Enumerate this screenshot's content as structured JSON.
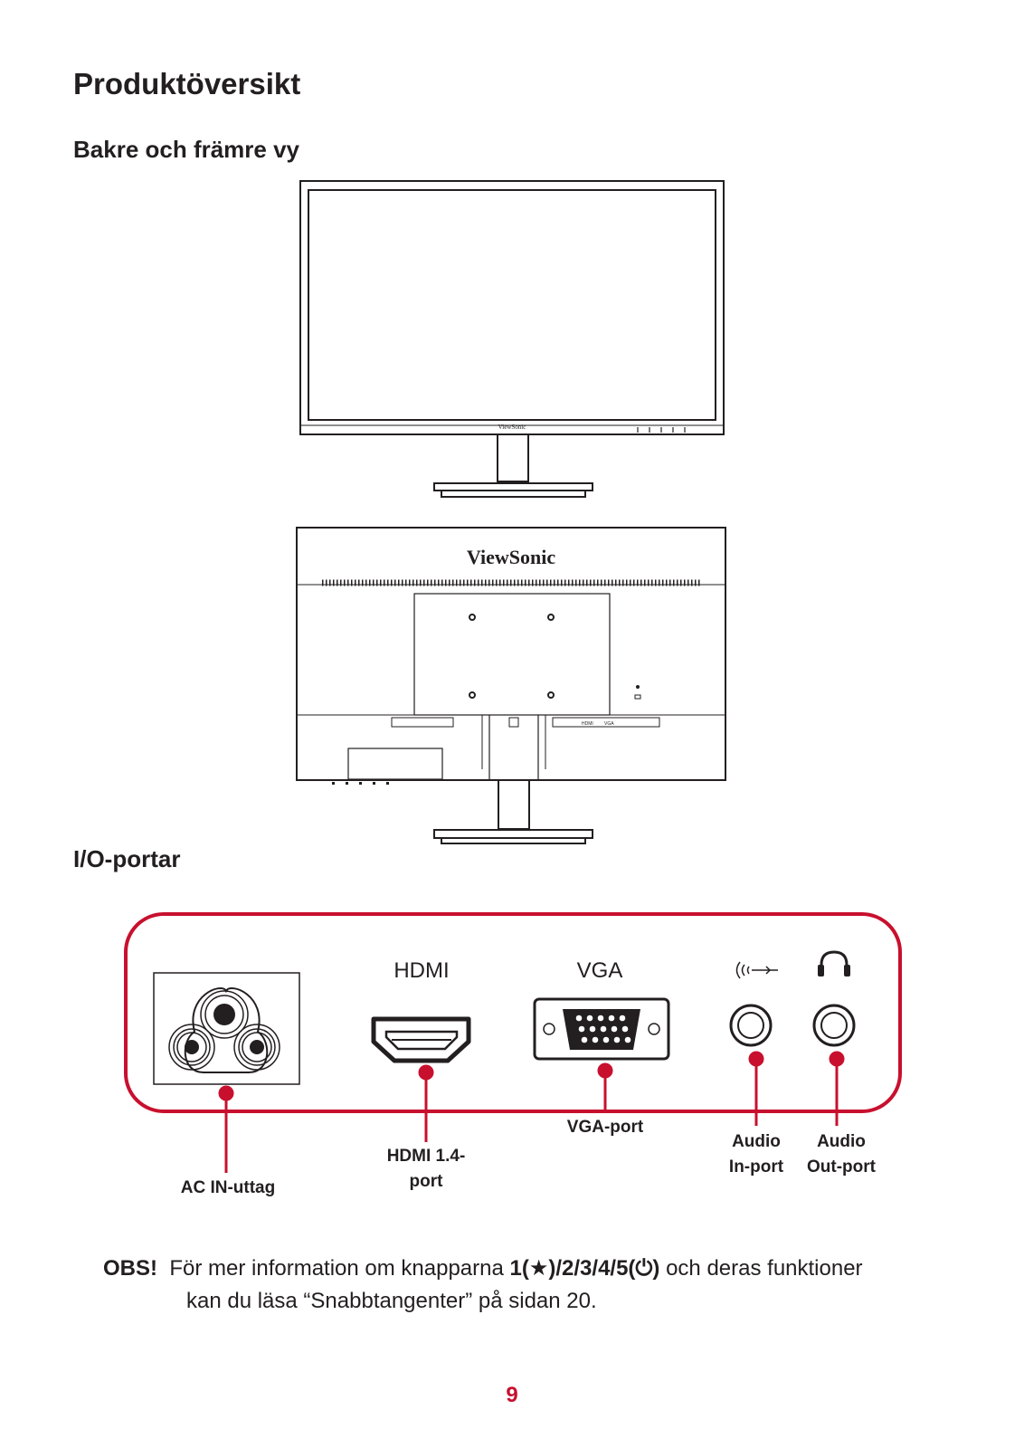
{
  "page": {
    "title": "Produktöversikt",
    "section1": "Bakre och främre vy",
    "section2": "I/O-portar",
    "page_number": "9"
  },
  "monitor": {
    "front_brand": "ViewSonic",
    "rear_brand": "ViewSonic",
    "rear_port_labels": [
      "HDMI",
      "VGA"
    ]
  },
  "io": {
    "port_headers": {
      "hdmi": "HDMI",
      "vga": "VGA"
    },
    "labels": {
      "ac": "AC IN-uttag",
      "hdmi_line1": "HDMI 1.4-",
      "hdmi_line2": "port",
      "vga": "VGA-port",
      "audio_in_line1": "Audio",
      "audio_in_line2": "In-port",
      "audio_out_line1": "Audio",
      "audio_out_line2": "Out-port"
    },
    "icons": [
      "power-inlet-icon",
      "hdmi-port-icon",
      "vga-port-icon",
      "audio-in-icon",
      "headphones-icon"
    ],
    "accent_color": "#c8102e"
  },
  "note": {
    "label": "OBS!",
    "text_before": "För mer information om knapparna",
    "keys": "1(★)/2/3/4/5(⏻)",
    "text_after": "och deras funktioner",
    "line2": "kan du läsa “Snabbtangenter” på sidan 20."
  }
}
